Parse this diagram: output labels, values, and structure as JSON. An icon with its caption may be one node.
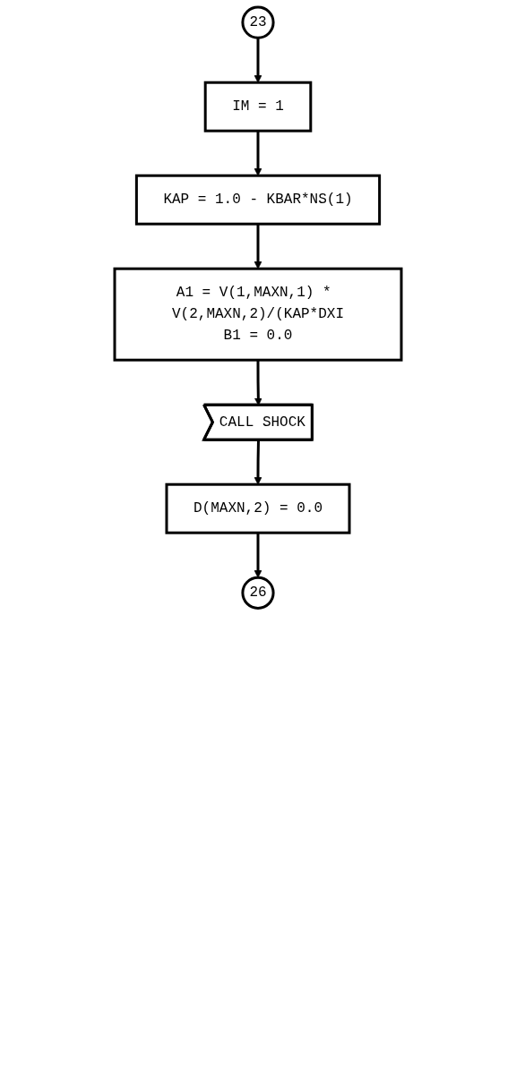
{
  "diagram": {
    "nodes": [
      {
        "text": [
          "23"
        ]
      },
      {
        "text": [
          "IM = 1"
        ]
      },
      {
        "text": [
          "KAP = 1.0 - KBAR*NS(1)"
        ]
      },
      {
        "text": [
          "A1 = V(1,MAXN,1) * V(2,MAXN,2)/(KAP*DXI",
          "B1 = 0.0"
        ]
      },
      {
        "text": [
          "CALL SHOCK"
        ]
      },
      {
        "text": [
          "D(MAXN,2) = 0.0"
        ]
      },
      {
        "text": [
          "26"
        ]
      }
    ],
    "edges": [
      {
        "from": 0,
        "to": 1,
        "arrow": "to"
      },
      {
        "from": 1,
        "to": 2,
        "arrow": "to"
      },
      {
        "from": 2,
        "to": 3,
        "arrow": "to"
      },
      {
        "from": 3,
        "to": 4,
        "arrow": "to"
      },
      {
        "from": 4,
        "to": 5,
        "arrow": "to"
      },
      {
        "from": 5,
        "to": 6,
        "arrow": "to"
      }
    ]
  }
}
